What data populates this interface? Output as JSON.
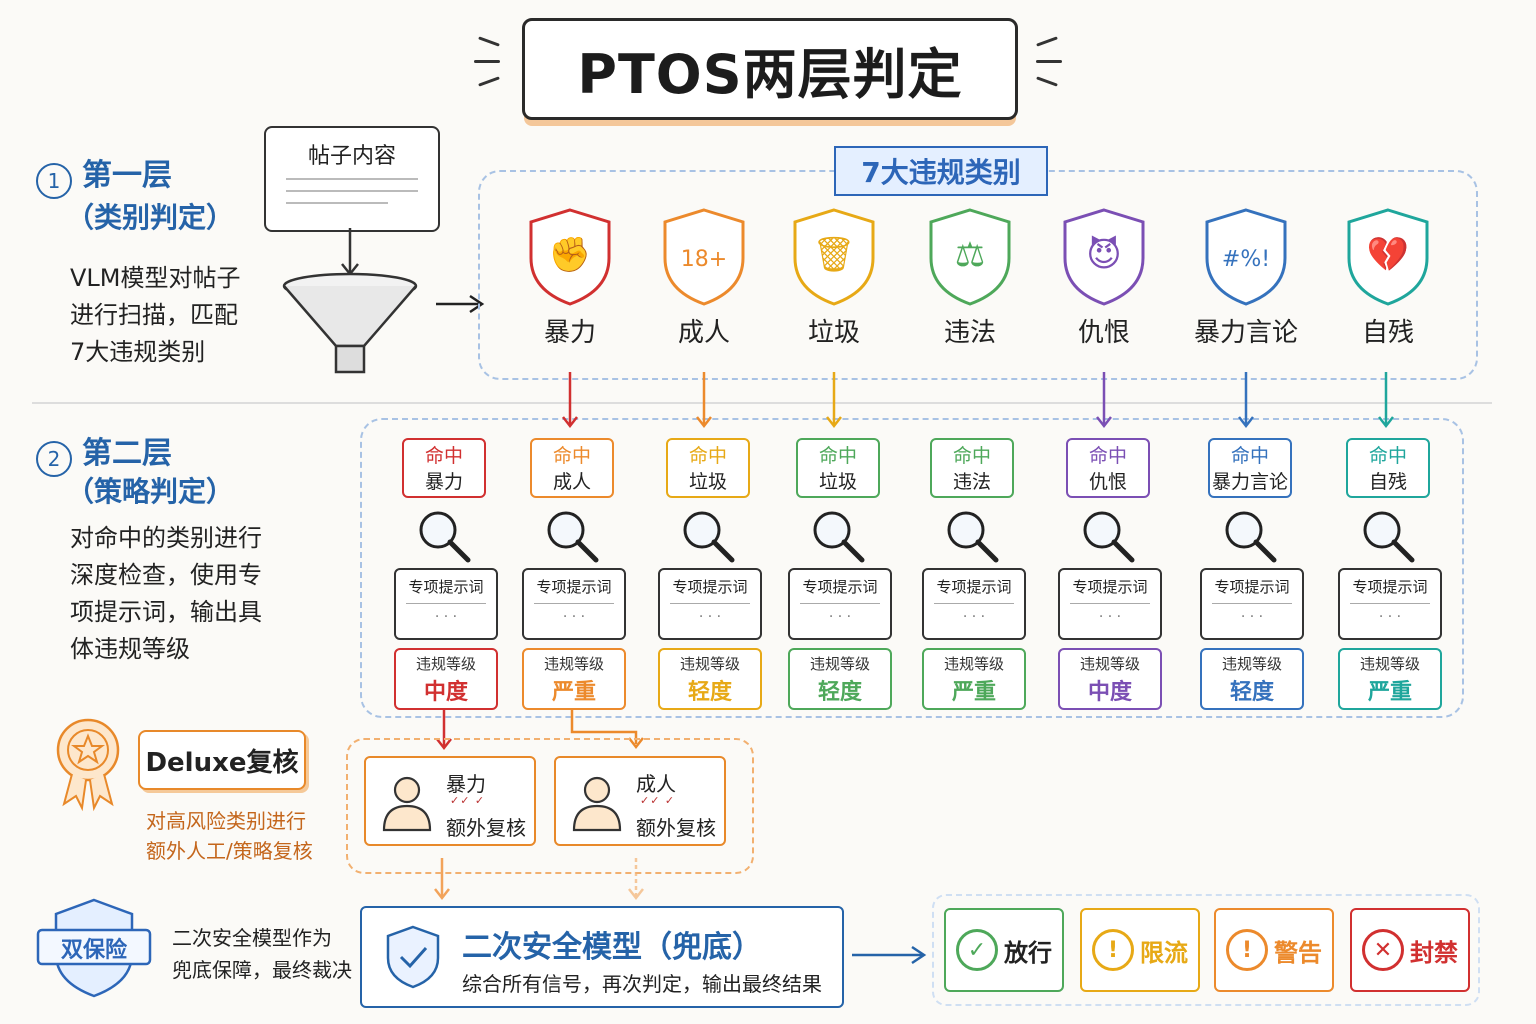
{
  "title": "PTOS两层判定",
  "layer1": {
    "num": "1",
    "title": "第一层",
    "subtitle": "（类别判定）",
    "desc": [
      "VLM模型对帖子",
      "进行扫描，匹配",
      "7大违规类别"
    ],
    "post_card": "帖子内容"
  },
  "categories_banner": "7大违规类别",
  "categories": [
    {
      "label": "暴力",
      "icon": "fist-shield-icon",
      "glyph": "✊",
      "color": "#d13030"
    },
    {
      "label": "成人",
      "icon": "18plus-shield-icon",
      "glyph": "18+",
      "color": "#ec8a2c"
    },
    {
      "label": "垃圾",
      "icon": "trash-shield-icon",
      "glyph": "🗑",
      "color": "#e7a916"
    },
    {
      "label": "违法",
      "icon": "scales-shield-icon",
      "glyph": "⚖",
      "color": "#4ea85a"
    },
    {
      "label": "仇恨",
      "icon": "devil-shield-icon",
      "glyph": "😈",
      "color": "#7b4fb4"
    },
    {
      "label": "暴力言论",
      "icon": "speech-shield-icon",
      "glyph": "#%!",
      "color": "#3572bd"
    },
    {
      "label": "自残",
      "icon": "broken-heart-shield-icon",
      "glyph": "💔",
      "color": "#1fa69c"
    }
  ],
  "layer2": {
    "num": "2",
    "title": "第二层",
    "subtitle": "（策略判定）",
    "desc": [
      "对命中的类别进行",
      "深度检查，使用专",
      "项提示词，输出具",
      "体违规等级"
    ]
  },
  "layer2_columns": [
    {
      "hit_label": "命中",
      "category": "暴力",
      "prompt": "专项提示词",
      "dots": "· · ·",
      "level_label": "违规等级",
      "level": "中度",
      "color": "#d13030"
    },
    {
      "hit_label": "命中",
      "category": "成人",
      "prompt": "专项提示词",
      "dots": "· · ·",
      "level_label": "违规等级",
      "level": "严重",
      "color": "#ec8a2c"
    },
    {
      "hit_label": "命中",
      "category": "垃圾",
      "prompt": "专项提示词",
      "dots": "· · ·",
      "level_label": "违规等级",
      "level": "轻度",
      "color": "#e7a916"
    },
    {
      "hit_label": "命中",
      "category": "垃圾",
      "prompt": "专项提示词",
      "dots": "· · ·",
      "level_label": "违规等级",
      "level": "轻度",
      "color": "#4ea85a"
    },
    {
      "hit_label": "命中",
      "category": "违法",
      "prompt": "专项提示词",
      "dots": "· · ·",
      "level_label": "违规等级",
      "level": "严重",
      "color": "#4ea85a"
    },
    {
      "hit_label": "命中",
      "category": "仇恨",
      "prompt": "专项提示词",
      "dots": "· · ·",
      "level_label": "违规等级",
      "level": "中度",
      "color": "#7b4fb4"
    },
    {
      "hit_label": "命中",
      "category": "暴力言论",
      "prompt": "专项提示词",
      "dots": "· · ·",
      "level_label": "违规等级",
      "level": "轻度",
      "color": "#3572bd"
    },
    {
      "hit_label": "命中",
      "category": "自残",
      "prompt": "专项提示词",
      "dots": "· · ·",
      "level_label": "违规等级",
      "level": "严重",
      "color": "#1fa69c"
    }
  ],
  "deluxe": {
    "title": "Deluxe复核",
    "desc": [
      "对高风险类别进行",
      "额外人工/策略复核"
    ],
    "reviews": [
      {
        "category": "暴力",
        "scribble": "✓✓ ✓",
        "label": "额外复核"
      },
      {
        "category": "成人",
        "scribble": "✓✓ ✓",
        "label": "额外复核"
      }
    ]
  },
  "double": {
    "badge": "双保险",
    "desc": [
      "二次安全模型作为",
      "兜底保障，最终裁决"
    ],
    "safe_title": "二次安全模型（兜底）",
    "safe_desc": "综合所有信号，再次判定，输出最终结果"
  },
  "results": [
    {
      "label": "放行",
      "icon": "check-circle-icon",
      "glyph": "✓",
      "color": "#4ea85a"
    },
    {
      "label": "限流",
      "icon": "exclaim-circle-icon",
      "glyph": "!",
      "color": "#e7a916"
    },
    {
      "label": "警告",
      "icon": "warning-circle-icon",
      "glyph": "!",
      "color": "#ec8a2c"
    },
    {
      "label": "封禁",
      "icon": "cross-circle-icon",
      "glyph": "✕",
      "color": "#d13030"
    }
  ]
}
